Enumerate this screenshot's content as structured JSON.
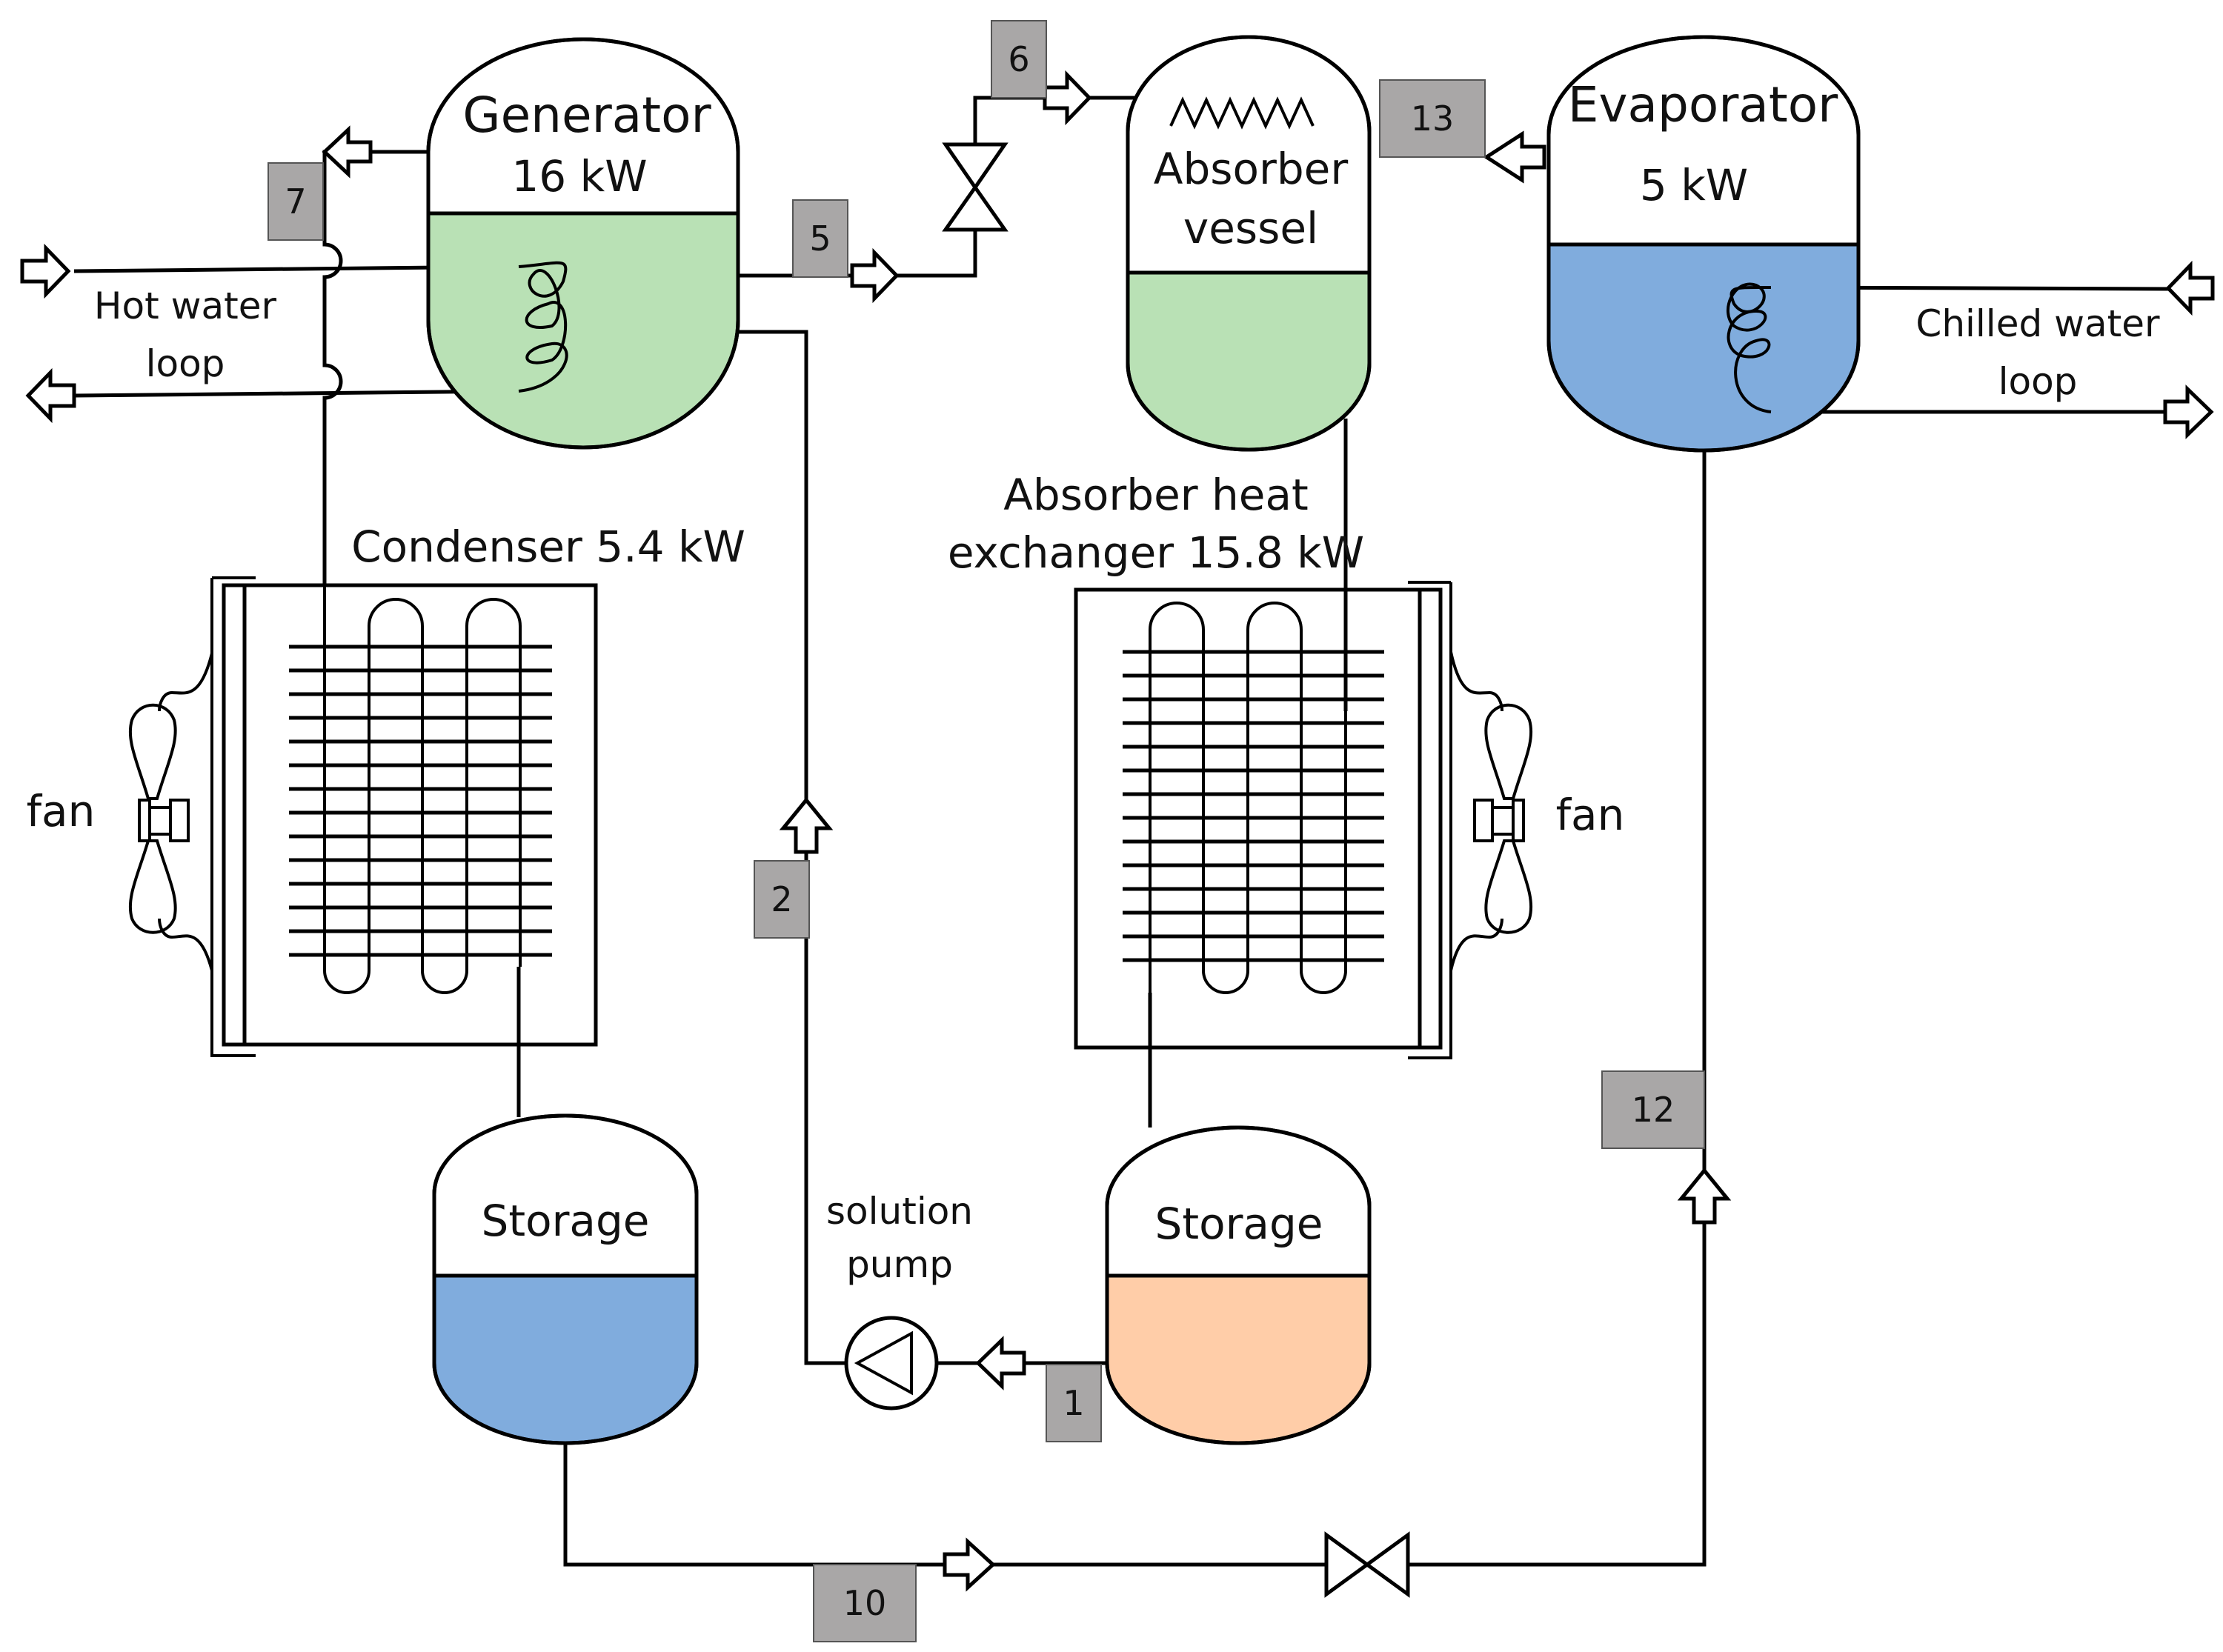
{
  "components": {
    "generator": {
      "name": "Generator",
      "power": "16 kW"
    },
    "absorber_vessel": {
      "line1": "Absorber",
      "line2": "vessel"
    },
    "evaporator": {
      "name": "Evaporator",
      "power": "5 kW"
    },
    "condenser": {
      "label": "Condenser 5.4 kW"
    },
    "absorber_hx": {
      "line1": "Absorber heat",
      "line2": "exchanger 15.8 kW"
    },
    "storage_left": {
      "label": "Storage"
    },
    "storage_right": {
      "label": "Storage"
    },
    "pump": {
      "line1": "solution",
      "line2": "pump"
    },
    "fan_left": {
      "label": "fan"
    },
    "fan_right": {
      "label": "fan"
    },
    "hot_water": {
      "line1": "Hot water",
      "line2": "loop"
    },
    "chilled_water": {
      "line1": "Chilled water",
      "line2": "loop"
    }
  },
  "state_points": [
    "1",
    "2",
    "5",
    "6",
    "7",
    "10",
    "12",
    "13"
  ],
  "colors": {
    "solution_green": "#b9e1b5",
    "water_blue": "#80acdd",
    "solution_orange": "#ffcda8",
    "label_box": "#a9a7a7"
  }
}
